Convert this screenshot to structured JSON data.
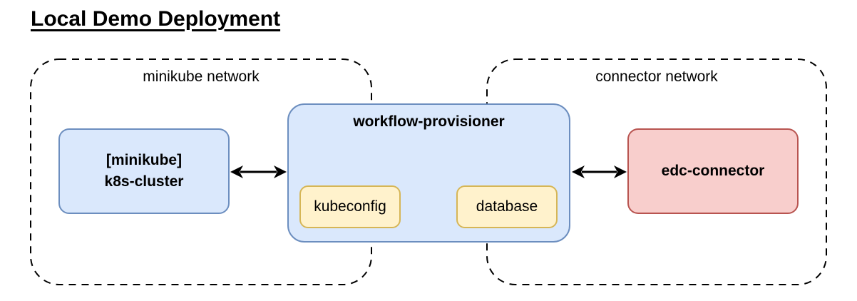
{
  "title": "Local Demo Deployment",
  "networks": {
    "minikube": {
      "label": "minikube network"
    },
    "connector": {
      "label": "connector network"
    }
  },
  "nodes": {
    "k8s_cluster": {
      "lines": [
        "[minikube]",
        "k8s-cluster"
      ],
      "fill": "#dae8fc",
      "stroke": "#6c8ebf"
    },
    "workflow_provisioner": {
      "label": "workflow-provisioner",
      "fill": "#dae8fc",
      "stroke": "#6c8ebf"
    },
    "kubeconfig": {
      "label": "kubeconfig",
      "fill": "#fff2cc",
      "stroke": "#d6b656"
    },
    "database": {
      "label": "database",
      "fill": "#fff2cc",
      "stroke": "#d6b656"
    },
    "edc_connector": {
      "label": "edc-connector",
      "fill": "#f8cecc",
      "stroke": "#b85450"
    }
  },
  "edges": [
    {
      "from": "k8s-cluster",
      "to": "workflow-provisioner",
      "direction": "bidirectional"
    },
    {
      "from": "workflow-provisioner",
      "to": "edc-connector",
      "direction": "bidirectional"
    }
  ],
  "colors": {
    "border_dashed": "#000000",
    "arrow": "#000000",
    "background": "#ffffff"
  }
}
